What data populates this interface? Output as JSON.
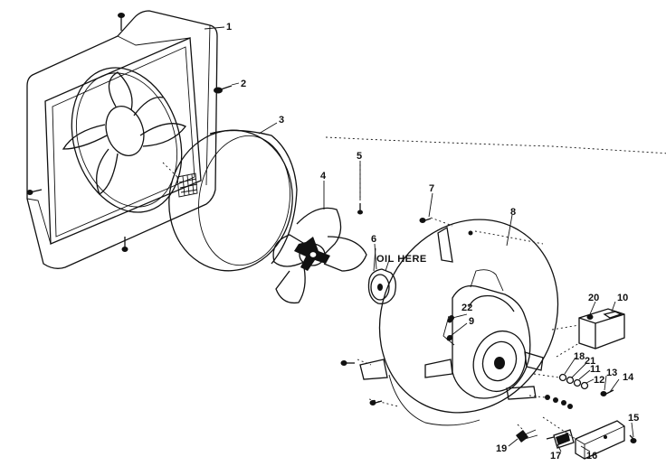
{
  "diagram": {
    "callouts": [
      "1",
      "2",
      "3",
      "4",
      "5",
      "6",
      "7",
      "8",
      "9",
      "10",
      "11",
      "12",
      "13",
      "14",
      "15",
      "16",
      "17",
      "18",
      "19",
      "20",
      "21",
      "22"
    ],
    "oil_note": "OIL HERE"
  }
}
